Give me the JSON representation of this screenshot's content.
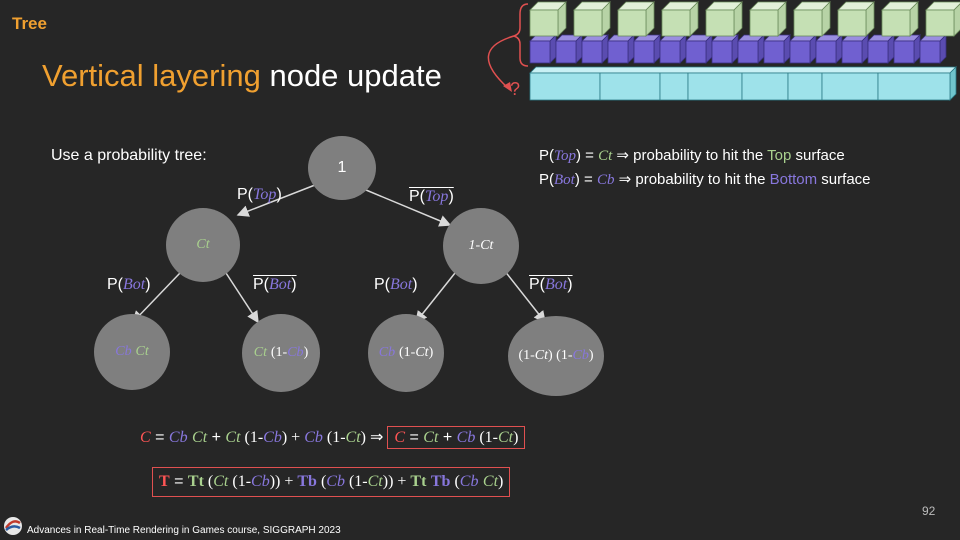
{
  "header": {
    "section": "Tree",
    "title_highlight": "Vertical layering",
    "title_rest": " node update"
  },
  "intro": "Use a probability tree:",
  "definitions": {
    "line1": {
      "p": "P(",
      "var": "Top",
      "close": ") = ",
      "val": "Ct",
      "mid": " ⇒ probability  to hit the ",
      "key": "Top",
      "end": " surface"
    },
    "line2": {
      "p": "P(",
      "var": "Bot",
      "close": ") = ",
      "val": "Cb",
      "mid": " ⇒ probability  to hit the ",
      "key": "Bottom",
      "end": " surface"
    }
  },
  "diagram": {
    "question_mark": "?",
    "nodes": {
      "root": "1",
      "left": "Ct",
      "right": "1-Ct",
      "ll": {
        "a": "Cb",
        "b": "Ct"
      },
      "lr": {
        "a": "Ct",
        "b": "(1-",
        "c": "Cb",
        "d": ")"
      },
      "rl": {
        "a": "Cb",
        "b": "(1-",
        "c": "Ct",
        "d": ")"
      },
      "rr": {
        "a": "(1-",
        "b": "Ct",
        "c": ") (1-",
        "d": "Cb",
        "e": ")"
      }
    },
    "edge_labels": {
      "p_open": "P(",
      "p_close": ")",
      "top": "Top",
      "bot": "Bot"
    }
  },
  "equations": {
    "eq1": {
      "C": "C",
      "eqs": " = ",
      "Cb1": "Cb",
      "sp1": " ",
      "Ct1": "Ct",
      "plus1": " + ",
      "Ct2": "Ct",
      "op1": " (1-",
      "Cb2": "Cb",
      "cp1": ") + ",
      "Cb3": "Cb",
      "op2": " (1-",
      "Ct3": "Ct",
      "cp2": ") ⇒ ",
      "box_C": "C",
      "box_eq": " = ",
      "box_Ct": "Ct",
      "box_plus": " + ",
      "box_Cb": "Cb",
      "box_op": " (1-",
      "box_Ct2": "Ct",
      "box_cp": ")"
    },
    "eq2": {
      "T": "T",
      "eqs": " = ",
      "Tt": "Tt",
      "op1": " (",
      "Ct1": "Ct",
      "op2": " (1-",
      "Cb1": "Cb",
      "cp1": ")) + ",
      "Tb": "Tb",
      "op3": " (",
      "Cb2": "Cb",
      "op4": " (1-",
      "Ct2": "Ct",
      "cp2": ")) + ",
      "Tt2": "Tt",
      "sp": " ",
      "Tb2": "Tb",
      "op5": " (",
      "Cb3": "Cb",
      "sp2": " ",
      "Ct3": "Ct",
      "cp3": ")"
    }
  },
  "footer": "Advances in Real-Time Rendering in Games course, SIGGRAPH  2023",
  "page_number": "92",
  "colors": {
    "orange": "#f0a030",
    "green": "#a9d18e",
    "purple": "#8877dd",
    "red": "#ff5555",
    "node_gray": "#7f7f7f"
  }
}
